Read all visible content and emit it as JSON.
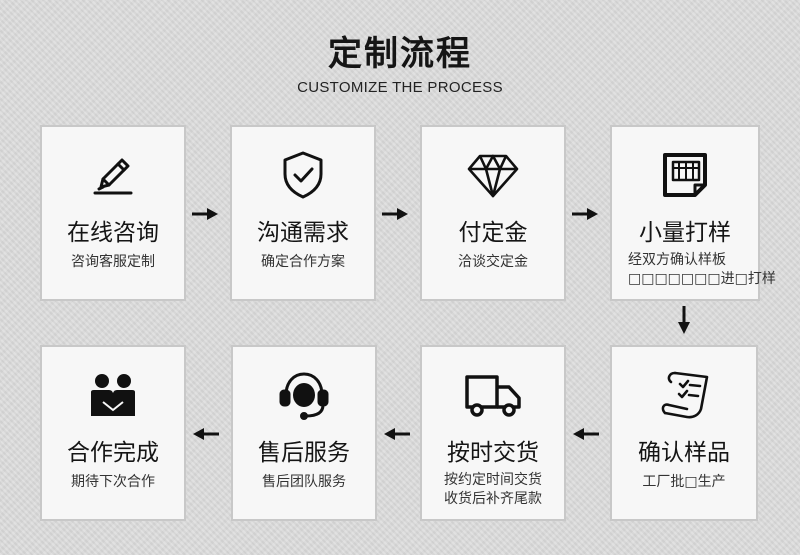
{
  "header": {
    "title": "定制流程",
    "subtitle": "CUSTOMIZE THE PROCESS"
  },
  "steps": [
    {
      "title": "在线咨询",
      "desc": "咨询客服定制",
      "icon": "pencil-icon"
    },
    {
      "title": "沟通需求",
      "desc": "确定合作方案",
      "icon": "shield-check-icon"
    },
    {
      "title": "付定金",
      "desc": "洽谈交定金",
      "icon": "diamond-icon"
    },
    {
      "title": "小量打样",
      "desc_line1": "经双方确认样板",
      "desc_line2": "□□□□□□□进□打样",
      "icon": "grid-document-icon"
    },
    {
      "title": "确认样品",
      "desc": "工厂批□生产",
      "icon": "checklist-paper-icon"
    },
    {
      "title": "按时交货",
      "desc_line1": "按约定时间交货",
      "desc_line2": "收货后补齐尾款",
      "icon": "delivery-truck-icon"
    },
    {
      "title": "售后服务",
      "desc": "售后团队服务",
      "icon": "headset-icon"
    },
    {
      "title": "合作完成",
      "desc": "期待下次合作",
      "icon": "handshake-people-icon"
    }
  ],
  "colors": {
    "background": "#dcdcdc",
    "card": "#f7f7f7",
    "card_border": "#c8c8c8",
    "text": "#151515",
    "icon": "#111111"
  }
}
